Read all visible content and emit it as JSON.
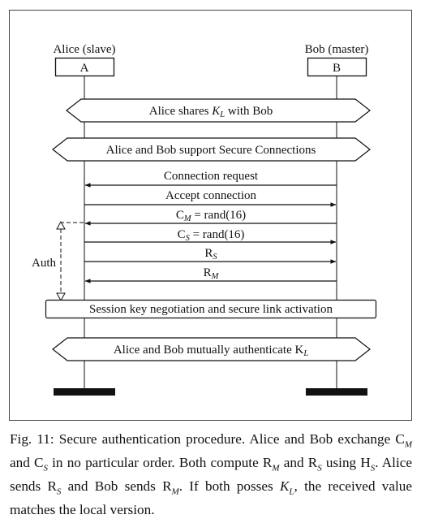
{
  "participants": [
    {
      "id": "A",
      "role": "Alice (slave)",
      "box": "A"
    },
    {
      "id": "B",
      "role": "Bob (master)",
      "box": "B"
    }
  ],
  "banners": [
    {
      "text": "Alice shares K_L with Bob"
    },
    {
      "text": "Alice and Bob support Secure Connections"
    }
  ],
  "messages": [
    {
      "text": "Connection request",
      "from": "B",
      "to": "A"
    },
    {
      "text": "Accept connection",
      "from": "A",
      "to": "B"
    },
    {
      "text": "C_M = rand(16)",
      "from": "B",
      "to": "A"
    },
    {
      "text": "C_S = rand(16)",
      "from": "A",
      "to": "B"
    },
    {
      "text": "R_S",
      "from": "A",
      "to": "B"
    },
    {
      "text": "R_M",
      "from": "B",
      "to": "A"
    }
  ],
  "auth_label": "Auth",
  "session_box": "Session key negotiation and secure link activation",
  "final_banner": "Alice and Bob mutually authenticate K_L",
  "caption": {
    "label": "Fig. 11:",
    "text": "Secure authentication procedure. Alice and Bob exchange C_M and C_S in no particular order. Both compute R_M and R_S using H_S. Alice sends R_S and Bob sends R_M. If both posses K_L, the received value matches the local version."
  }
}
